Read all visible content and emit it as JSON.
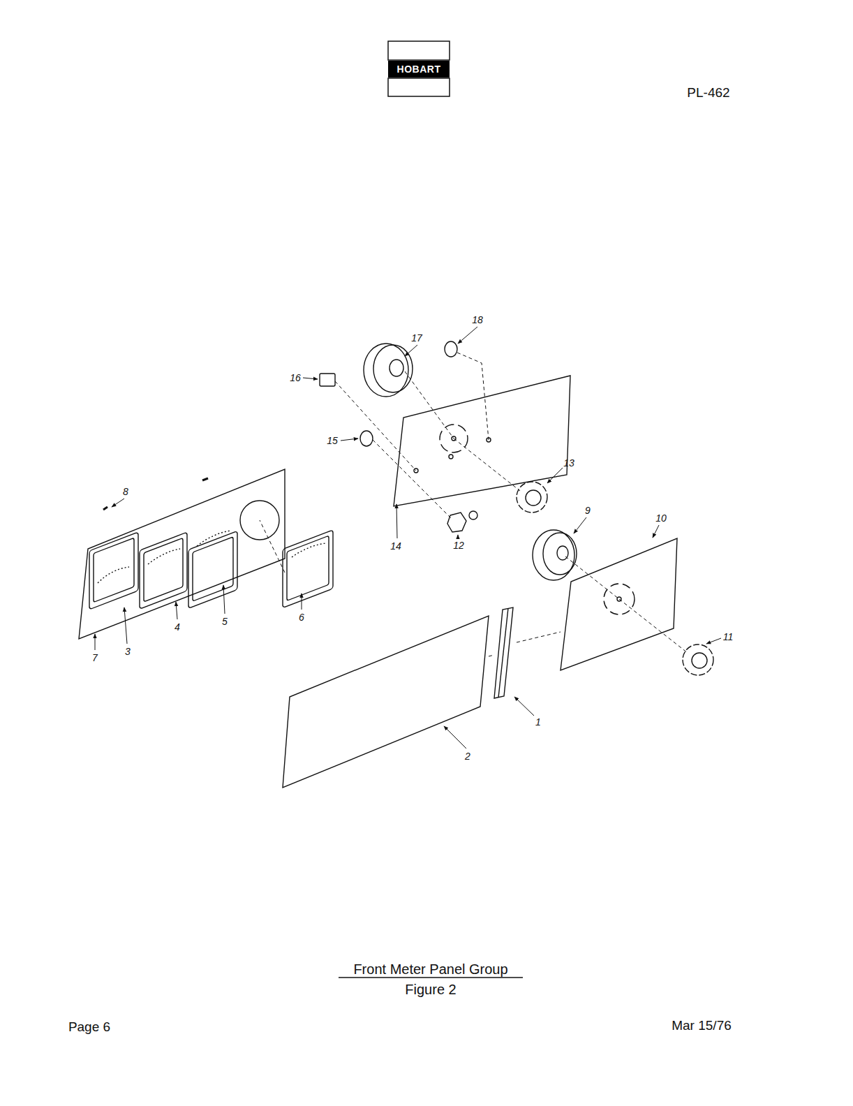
{
  "diagram": {
    "caption": "Front Meter Panel Group",
    "nodes": [
      {
        "text": [
          "HOBART"
        ]
      }
    ],
    "labels": [
      "PL-462",
      "18",
      "17",
      "16",
      "15",
      "13",
      "8",
      "9",
      "10",
      "14",
      "12",
      "3",
      "4",
      "5",
      "6",
      "7",
      "11",
      "1",
      "2",
      "Figure 2",
      "Page 6",
      "Mar 15/76"
    ]
  }
}
